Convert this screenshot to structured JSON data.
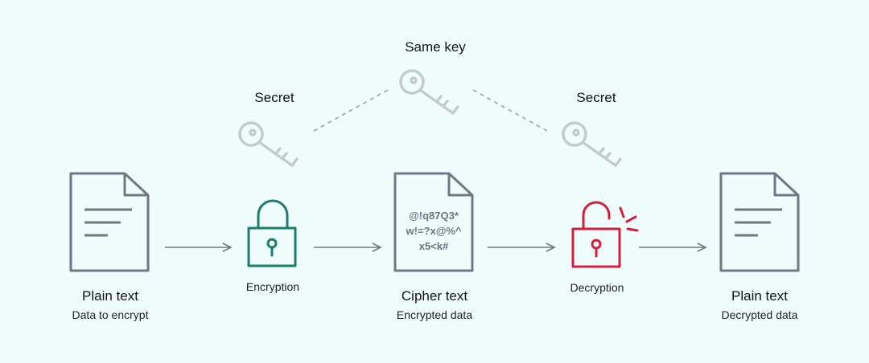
{
  "diagram": {
    "same_key_label": "Same key",
    "secret_left_label": "Secret",
    "secret_right_label": "Secret",
    "plain_left": {
      "title": "Plain text",
      "subtitle": "Data to encrypt"
    },
    "encryption_label": "Encryption",
    "cipher": {
      "title": "Cipher text",
      "subtitle": "Encrypted data",
      "lines": [
        "@!q87Q3*",
        "w!=?x@%^",
        "x5<k#"
      ]
    },
    "decryption_label": "Decryption",
    "plain_right": {
      "title": "Plain text",
      "subtitle": "Decrypted data"
    }
  },
  "colors": {
    "background": "#effdfd",
    "document": "#717784",
    "key": "#c3cbcf",
    "lock_closed": "#1b7d6e",
    "lock_open": "#d61f3c",
    "arrow": "#717784"
  },
  "icons": [
    "document-icon",
    "key-icon",
    "lock-icon",
    "unlock-icon",
    "arrow-icon"
  ]
}
